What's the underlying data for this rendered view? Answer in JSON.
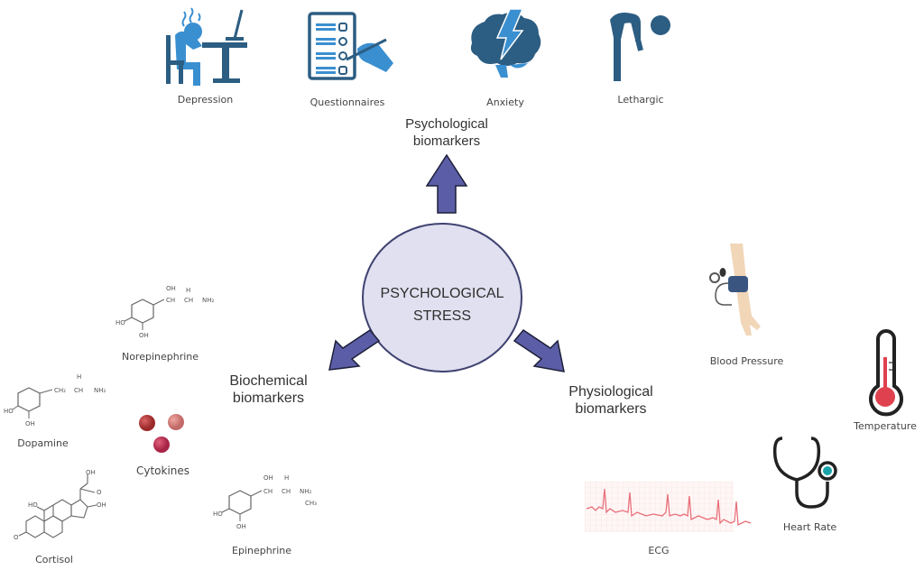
{
  "center": {
    "line1": "PSYCHOLOGICAL",
    "line2": "STRESS"
  },
  "categories": {
    "psychological": {
      "line1": "Psychological",
      "line2": "biomarkers"
    },
    "biochemical": {
      "line1": "Biochemical",
      "line2": "biomarkers"
    },
    "physiological": {
      "line1": "Physiological",
      "line2": "biomarkers"
    }
  },
  "psychological_items": [
    {
      "label": "Depression",
      "icon": "depression-icon"
    },
    {
      "label": "Questionnaires",
      "icon": "questionnaire-icon"
    },
    {
      "label": "Anxiety",
      "icon": "anxiety-brain-icon"
    },
    {
      "label": "Lethargic",
      "icon": "lethargic-person-icon"
    }
  ],
  "biochemical_items": [
    {
      "label": "Norepinephrine",
      "icon": "norepinephrine-structure"
    },
    {
      "label": "Dopamine",
      "icon": "dopamine-structure"
    },
    {
      "label": "Cytokines",
      "icon": "cytokines-icon"
    },
    {
      "label": "Cortisol",
      "icon": "cortisol-structure"
    },
    {
      "label": "Epinephrine",
      "icon": "epinephrine-structure"
    }
  ],
  "physiological_items": [
    {
      "label": "Blood Pressure",
      "icon": "blood-pressure-cuff-icon"
    },
    {
      "label": "Temperature",
      "icon": "thermometer-icon"
    },
    {
      "label": "Heart Rate",
      "icon": "stethoscope-icon"
    },
    {
      "label": "ECG",
      "icon": "ecg-trace-icon"
    }
  ],
  "chem_text": {
    "oh": "OH",
    "ho": "HO",
    "h": "H",
    "ch": "CH",
    "ch2": "CH₂",
    "nh2": "NH₂",
    "ch3": "CH₃",
    "o": "O",
    "dash": "–"
  },
  "colors": {
    "arrow": "#5b5ea6",
    "circle_fill": "#e1e0f0",
    "circle_stroke": "#3f4270",
    "icon_dark": "#2c5d82",
    "icon_light": "#3a8fd0",
    "thermo_red": "#e0414f",
    "ecg_red": "#e8707a",
    "teal": "#1aa3a8"
  }
}
